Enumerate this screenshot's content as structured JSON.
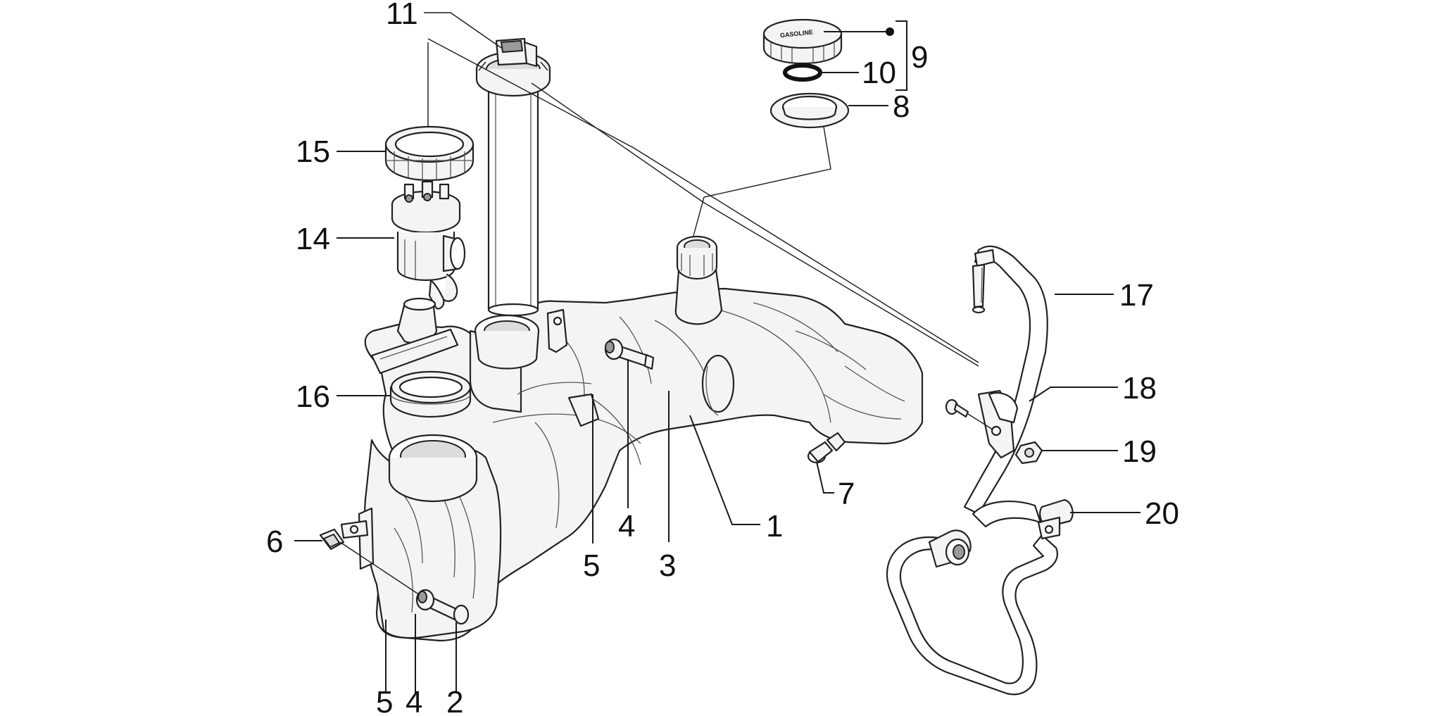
{
  "diagram": {
    "cap_text": "GASOLINE",
    "callouts": [
      {
        "id": "c11",
        "label": "11"
      },
      {
        "id": "c15",
        "label": "15"
      },
      {
        "id": "c14",
        "label": "14"
      },
      {
        "id": "c16",
        "label": "16"
      },
      {
        "id": "c6",
        "label": "6"
      },
      {
        "id": "c5a",
        "label": "5"
      },
      {
        "id": "c4a",
        "label": "4"
      },
      {
        "id": "c3",
        "label": "3"
      },
      {
        "id": "c1",
        "label": "1"
      },
      {
        "id": "c7",
        "label": "7"
      },
      {
        "id": "c9",
        "label": "9"
      },
      {
        "id": "c10",
        "label": "10"
      },
      {
        "id": "c8",
        "label": "8"
      },
      {
        "id": "c17",
        "label": "17"
      },
      {
        "id": "c18",
        "label": "18"
      },
      {
        "id": "c19",
        "label": "19"
      },
      {
        "id": "c20",
        "label": "20"
      },
      {
        "id": "c5b",
        "label": "5"
      },
      {
        "id": "c4b",
        "label": "4"
      },
      {
        "id": "c2",
        "label": "2"
      }
    ]
  }
}
